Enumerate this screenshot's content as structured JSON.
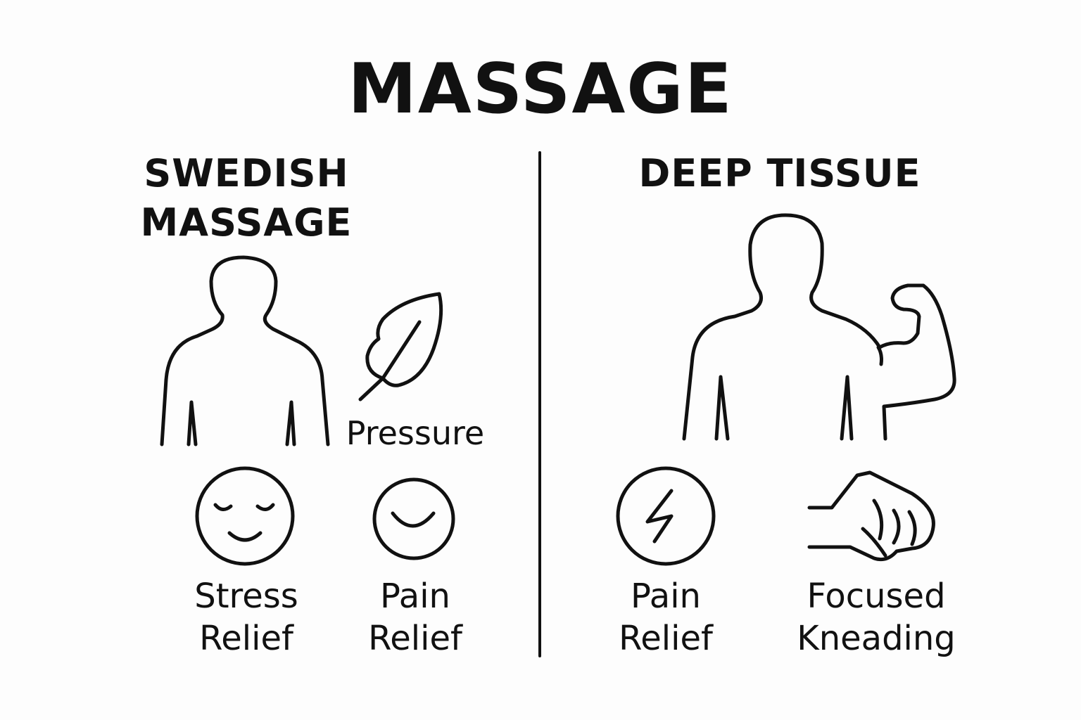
{
  "title": "MASSAGE",
  "left": {
    "heading_line1": "SWEDISH",
    "heading_line2": "MASSAGE",
    "pressure_label": "Pressure",
    "stress_line1": "Stress",
    "stress_line2": "Relief",
    "pain_line1": "Pain",
    "pain_line2": "Relief",
    "icons": [
      "torso-icon",
      "feather-icon",
      "relaxed-face-icon",
      "calm-smile-icon"
    ]
  },
  "right": {
    "heading": "DEEP TISSUE",
    "pain_line1": "Pain",
    "pain_line2": "Relief",
    "focused_line1": "Focused",
    "focused_line2": "Kneading",
    "icons": [
      "muscular-torso-icon",
      "lightning-icon",
      "kneading-hand-icon"
    ]
  },
  "colors": {
    "ink": "#111111",
    "background": "#fdfdfd"
  }
}
